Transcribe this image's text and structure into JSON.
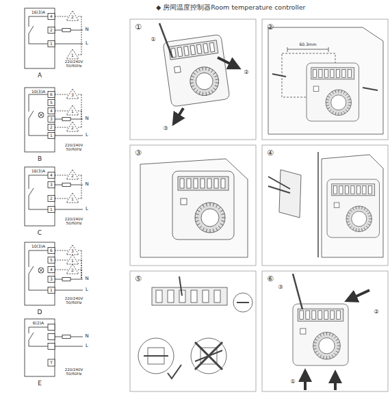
{
  "diagram": {
    "title": "◆ 房间温度控制器Room temperature controller",
    "labels": [
      "4",
      "2",
      "1",
      "2",
      "1",
      "16(3)A",
      "N",
      "L",
      "220/240V 50/60Hz",
      "A",
      "6",
      "5",
      "4",
      "3",
      "2",
      "1",
      "3",
      "2",
      "1",
      "10(3)A",
      "N",
      "L",
      "220/240V 50/60Hz",
      "B",
      "4",
      "3",
      "2",
      "1",
      "2",
      "1",
      "16(3)A",
      "N",
      "L",
      "220/240V 50/60Hz",
      "C",
      "6",
      "5",
      "4",
      "3",
      "1",
      "3",
      "2",
      "1",
      "10(3)A",
      "N",
      "L",
      "220/240V 50/60Hz",
      "D",
      "6(2)A",
      "N",
      "L",
      "220/240V 50/60Hz",
      "E",
      "T",
      "①",
      "②",
      "③",
      "④",
      "⑤",
      "⑥",
      "①",
      "②",
      "③",
      "60.3mm",
      "③",
      "②",
      "①"
    ]
  }
}
